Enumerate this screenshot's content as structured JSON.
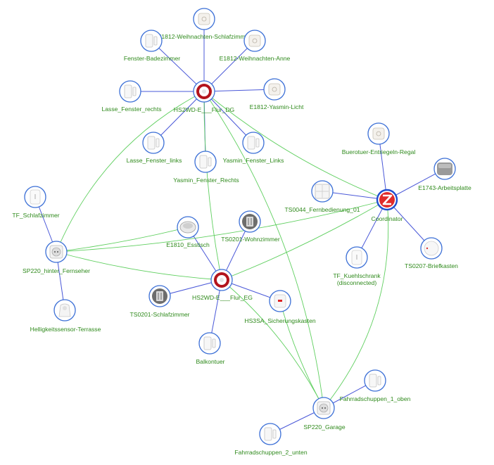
{
  "diagram": {
    "nodes": [
      {
        "id": "coord",
        "label": "Coordinator",
        "icon": "zigbee-coordinator-icon",
        "kind": "coordinator"
      },
      {
        "id": "hs2wd_dg",
        "label": "HS2WD-E___Flur_DG",
        "icon": "siren-icon",
        "kind": "router"
      },
      {
        "id": "hs2wd_eg",
        "label": "HS2WD-E___Flur_EG",
        "icon": "siren-icon",
        "kind": "router"
      },
      {
        "id": "sp220_fern",
        "label": "SP220_hinter_Fernseher",
        "icon": "smart-plug-icon",
        "kind": "router"
      },
      {
        "id": "sp220_garage",
        "label": "SP220_Garage",
        "icon": "smart-plug-icon",
        "kind": "router"
      },
      {
        "id": "e1812_wsz",
        "label": "E1812-Weihnachten-Schlafzimmer",
        "icon": "shortcut-button-icon",
        "kind": "end"
      },
      {
        "id": "e1812_anne",
        "label": "E1812-Weihnachten-Anne",
        "icon": "shortcut-button-icon",
        "kind": "end"
      },
      {
        "id": "fenster_bad",
        "label": "Fenster-Badezimmer",
        "icon": "door-sensor-icon",
        "kind": "end"
      },
      {
        "id": "lasse_re",
        "label": "Lasse_Fenster_rechts",
        "icon": "door-sensor-icon",
        "kind": "end"
      },
      {
        "id": "e1812_yasmin",
        "label": "E1812-Yasmin-Licht",
        "icon": "shortcut-button-icon",
        "kind": "end"
      },
      {
        "id": "lasse_li",
        "label": "Lasse_Fenster_links",
        "icon": "door-sensor-icon",
        "kind": "end"
      },
      {
        "id": "yasmin_re",
        "label": "Yasmin_Fenster_Rechts",
        "icon": "door-sensor-icon",
        "kind": "end"
      },
      {
        "id": "yasmin_li",
        "label": "Yasmin_Fenster_Links",
        "icon": "door-sensor-icon",
        "kind": "end"
      },
      {
        "id": "buero",
        "label": "Buerotuer-Entriegeln-Regal",
        "icon": "shortcut-button-icon",
        "kind": "end"
      },
      {
        "id": "e1743",
        "label": "E1743-Arbeitsplatte",
        "icon": "dimmer-remote-icon",
        "kind": "end"
      },
      {
        "id": "ts0044",
        "label": "TS0044_Fernbedienung_01",
        "icon": "four-button-switch-icon",
        "kind": "end"
      },
      {
        "id": "ts0207",
        "label": "TS0207-Briefkasten",
        "icon": "water-sensor-icon",
        "kind": "end"
      },
      {
        "id": "tf_kuehl",
        "label": "TF_Kuehlschrank",
        "label2": "(disconnected)",
        "icon": "temperature-sensor-icon",
        "kind": "end"
      },
      {
        "id": "tf_schlaf",
        "label": "TF_Schlafzimmer",
        "icon": "temperature-sensor-icon",
        "kind": "end"
      },
      {
        "id": "e1810",
        "label": "E1810_Esstisch",
        "icon": "remote-control-icon",
        "kind": "end"
      },
      {
        "id": "ts0201_wohn",
        "label": "TS0201-Wohnzimmer",
        "icon": "thermometer-display-icon",
        "kind": "end"
      },
      {
        "id": "ts0201_schlaf",
        "label": "TS0201-Schlafzimmer",
        "icon": "thermometer-display-icon",
        "kind": "end"
      },
      {
        "id": "hs3sa",
        "label": "HS3SA_Sicherungskasten",
        "icon": "smoke-detector-icon",
        "kind": "end"
      },
      {
        "id": "helligkeit",
        "label": "Helligkeitssensor-Terrasse",
        "icon": "motion-sensor-icon",
        "kind": "end"
      },
      {
        "id": "balkon",
        "label": "Balkontuer",
        "icon": "door-sensor-icon",
        "kind": "end"
      },
      {
        "id": "fahrrad1",
        "label": "Fahrradschuppen_1_oben",
        "icon": "door-sensor-icon",
        "kind": "end"
      },
      {
        "id": "fahrrad2",
        "label": "Fahrradschuppen_2_unten",
        "icon": "door-sensor-icon",
        "kind": "end"
      }
    ],
    "links": [
      {
        "a": "hs2wd_dg",
        "b": "e1812_wsz",
        "type": "child"
      },
      {
        "a": "hs2wd_dg",
        "b": "e1812_anne",
        "type": "child"
      },
      {
        "a": "hs2wd_dg",
        "b": "fenster_bad",
        "type": "child"
      },
      {
        "a": "hs2wd_dg",
        "b": "lasse_re",
        "type": "child"
      },
      {
        "a": "hs2wd_dg",
        "b": "e1812_yasmin",
        "type": "child"
      },
      {
        "a": "hs2wd_dg",
        "b": "lasse_li",
        "type": "child"
      },
      {
        "a": "hs2wd_dg",
        "b": "yasmin_re",
        "type": "child"
      },
      {
        "a": "hs2wd_dg",
        "b": "yasmin_li",
        "type": "child"
      },
      {
        "a": "coord",
        "b": "buero",
        "type": "child"
      },
      {
        "a": "coord",
        "b": "e1743",
        "type": "child"
      },
      {
        "a": "coord",
        "b": "ts0044",
        "type": "child"
      },
      {
        "a": "coord",
        "b": "ts0207",
        "type": "child"
      },
      {
        "a": "coord",
        "b": "tf_kuehl",
        "type": "child"
      },
      {
        "a": "sp220_fern",
        "b": "tf_schlaf",
        "type": "child"
      },
      {
        "a": "sp220_fern",
        "b": "helligkeit",
        "type": "child"
      },
      {
        "a": "hs2wd_eg",
        "b": "e1810",
        "type": "child"
      },
      {
        "a": "hs2wd_eg",
        "b": "ts0201_wohn",
        "type": "child"
      },
      {
        "a": "hs2wd_eg",
        "b": "ts0201_schlaf",
        "type": "child"
      },
      {
        "a": "hs2wd_eg",
        "b": "hs3sa",
        "type": "child"
      },
      {
        "a": "hs2wd_eg",
        "b": "balkon",
        "type": "child"
      },
      {
        "a": "sp220_garage",
        "b": "fahrrad1",
        "type": "child"
      },
      {
        "a": "sp220_garage",
        "b": "fahrrad2",
        "type": "child"
      },
      {
        "a": "hs2wd_dg",
        "b": "coord",
        "type": "neighbor"
      },
      {
        "a": "hs2wd_dg",
        "b": "hs2wd_eg",
        "type": "neighbor"
      },
      {
        "a": "hs2wd_dg",
        "b": "sp220_fern",
        "type": "neighbor"
      },
      {
        "a": "hs2wd_dg",
        "b": "sp220_garage",
        "type": "neighbor"
      },
      {
        "a": "hs2wd_eg",
        "b": "coord",
        "type": "neighbor"
      },
      {
        "a": "hs2wd_eg",
        "b": "sp220_fern",
        "type": "neighbor"
      },
      {
        "a": "hs2wd_eg",
        "b": "sp220_garage",
        "type": "neighbor"
      },
      {
        "a": "sp220_fern",
        "b": "coord",
        "type": "neighbor"
      },
      {
        "a": "sp220_garage",
        "b": "coord",
        "type": "neighbor"
      },
      {
        "a": "sp220_fern",
        "b": "e1810",
        "type": "neighbor"
      },
      {
        "a": "hs3sa",
        "b": "sp220_garage",
        "type": "neighbor"
      }
    ],
    "colors": {
      "child_link": "#4a58d8",
      "neighbor_link": "#5fcf5f",
      "label": "#2f8a1c",
      "node_ring": "#3b6fd6"
    }
  }
}
